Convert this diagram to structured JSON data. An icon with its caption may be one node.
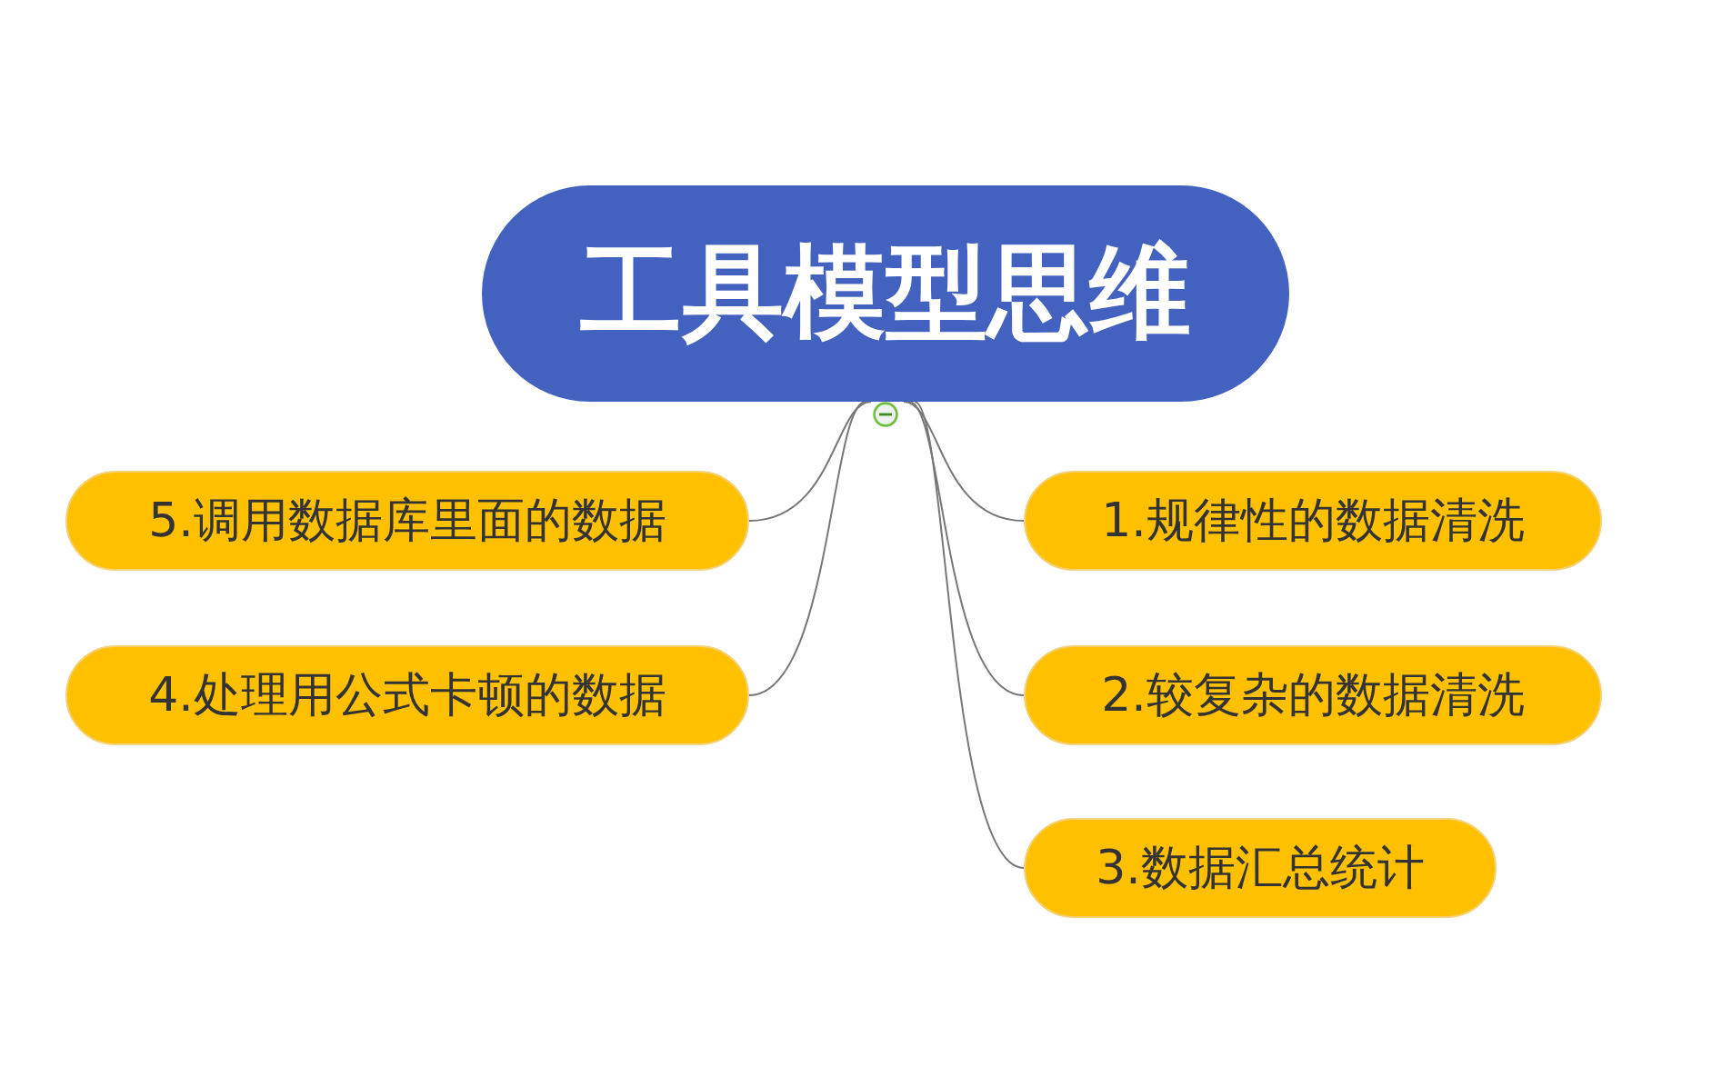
{
  "diagram": {
    "nodes": [
      {
        "text": [
          "工具模型思维"
        ]
      },
      {
        "text": [
          "1.规律性的数据清洗"
        ]
      },
      {
        "text": [
          "2.较复杂的数据清洗"
        ]
      },
      {
        "text": [
          "3.数据汇总统计"
        ]
      },
      {
        "text": [
          "4.处理用公式卡顿的数据"
        ]
      },
      {
        "text": [
          "5.调用数据库里面的数据"
        ]
      }
    ],
    "edges": [
      {
        "from": 0,
        "to": 1,
        "arrow": "none"
      },
      {
        "from": 0,
        "to": 2,
        "arrow": "none"
      },
      {
        "from": 0,
        "to": 3,
        "arrow": "none"
      },
      {
        "from": 0,
        "to": 4,
        "arrow": "none"
      },
      {
        "from": 0,
        "to": 5,
        "arrow": "none"
      }
    ]
  }
}
